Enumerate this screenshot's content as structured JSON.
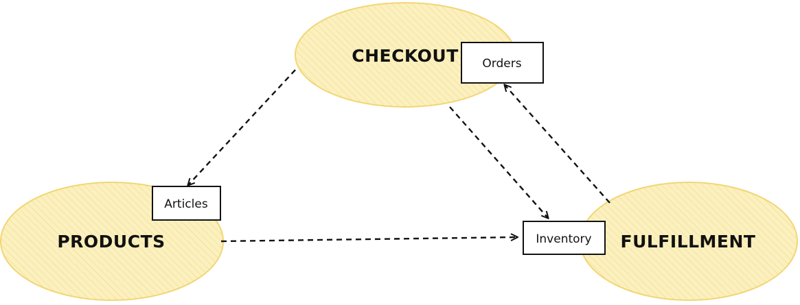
{
  "colors": {
    "domain_fill": "#fbf0bf",
    "domain_stroke": "#f2d675",
    "hatch": "#f2d675",
    "ink": "#111111",
    "box_fill": "#ffffff"
  },
  "domains": {
    "checkout": "CHECKOUT",
    "products": "PRODUCTS",
    "fulfillment": "FULFILLMENT"
  },
  "boxes": {
    "orders": "Orders",
    "articles": "Articles",
    "inventory": "Inventory"
  },
  "arrows": [
    {
      "from": "checkout",
      "to": "articles",
      "style": "dashed"
    },
    {
      "from": "checkout",
      "to": "inventory",
      "style": "dashed"
    },
    {
      "from": "fulfillment",
      "to": "orders",
      "style": "dashed"
    },
    {
      "from": "products",
      "to": "inventory",
      "style": "dashed"
    }
  ]
}
